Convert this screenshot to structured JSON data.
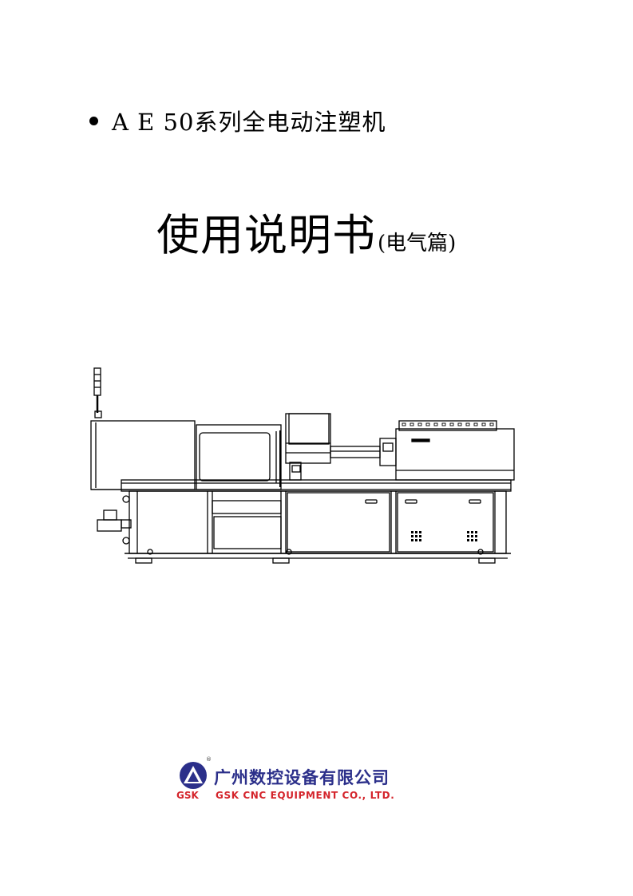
{
  "cover": {
    "series_line": "A E 50系列全电动注塑机",
    "title_main": "使用说明书",
    "title_sub": "(电气篇)"
  },
  "logo": {
    "mark_text": "GSK",
    "company_cn": "广州数控设备有限公司",
    "company_en": "GSK CNC EQUIPMENT CO., LTD.",
    "registered": "®",
    "colors": {
      "blue": "#2b2f8a",
      "red": "#d4242b"
    }
  },
  "illustration": {
    "subject": "injection-molding-machine-line-drawing"
  }
}
